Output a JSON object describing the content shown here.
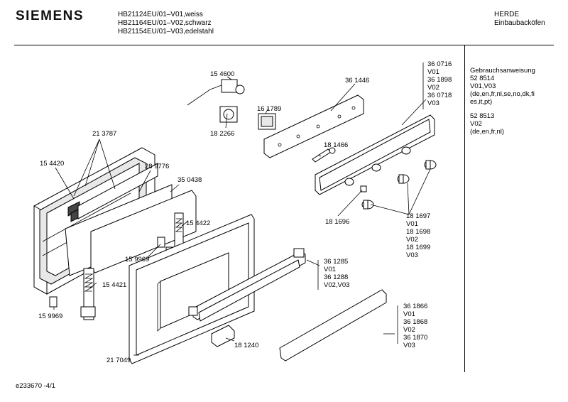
{
  "header": {
    "brand": "SIEMENS",
    "models": [
      "HB21124EU/01–V01,weiss",
      "HB21164EU/01–V02,schwarz",
      "HB21154EU/01–V03,edelstahl"
    ],
    "maker": "HERDE",
    "category": "Einbaubacköfen"
  },
  "sidebar": {
    "block1": [
      "Gebrauchsanweisung",
      "52 8514",
      "V01,V03",
      "(de,en,fr,nl,se,no,dk,fi",
      "es,it,pt)"
    ],
    "block2": [
      "52 8513",
      "V02",
      "(de,en,fr,nl)"
    ]
  },
  "parts": {
    "p154600": "15 4600",
    "p182266": "18 2266",
    "p161789": "16 1789",
    "p361446": "36 1446",
    "p213787": "21 3787",
    "p154420": "15 4420",
    "p289776": "28 9776",
    "p350438": "35 0438",
    "p154422": "15 4422",
    "p159969a": "15 9969",
    "p154421": "15 4421",
    "p159969b": "15 9969",
    "p181466": "18 1466",
    "p181696": "18 1696",
    "p217049": "21 7049",
    "p181240": "18 1240"
  },
  "part_groups": {
    "g360716": [
      "36 0716",
      "V01",
      "36 1898",
      "V02",
      "36 0718",
      "V03"
    ],
    "g181697": [
      "18 1697",
      "V01",
      "18 1698",
      "V02",
      "18 1699",
      "V03"
    ],
    "g361285": [
      "36 1285",
      "V01",
      "36 1288",
      "V02,V03"
    ],
    "g361866": [
      "36 1866",
      "V01",
      "36 1868",
      "V02",
      "36 1870",
      "V03"
    ]
  },
  "footer": {
    "drawing_id": "e233670 -4/1"
  }
}
